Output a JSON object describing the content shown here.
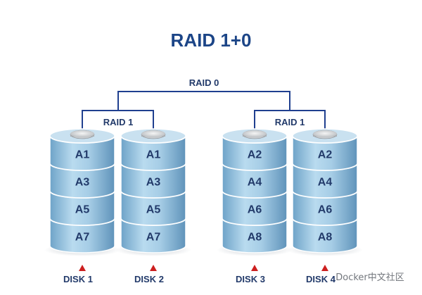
{
  "title": "RAID 1+0",
  "raid0_label": "RAID 0",
  "mirror_groups": [
    {
      "label": "RAID 1"
    },
    {
      "label": "RAID 1"
    }
  ],
  "disks": [
    {
      "label": "DISK 1",
      "blocks": [
        "A1",
        "A3",
        "A5",
        "A7"
      ]
    },
    {
      "label": "DISK 2",
      "blocks": [
        "A1",
        "A3",
        "A5",
        "A7"
      ]
    },
    {
      "label": "DISK 3",
      "blocks": [
        "A2",
        "A4",
        "A6",
        "A8"
      ]
    },
    {
      "label": "DISK 4",
      "blocks": [
        "A2",
        "A4",
        "A6",
        "A8"
      ]
    }
  ],
  "watermark": "Docker中文社区",
  "colors": {
    "title": "#1c4587",
    "line": "#1f3f8f",
    "arrow": "#cc1f1f",
    "disk_fill": "#a9cfe6",
    "disk_top": "#c9e1f0",
    "text": "#223a6a"
  }
}
